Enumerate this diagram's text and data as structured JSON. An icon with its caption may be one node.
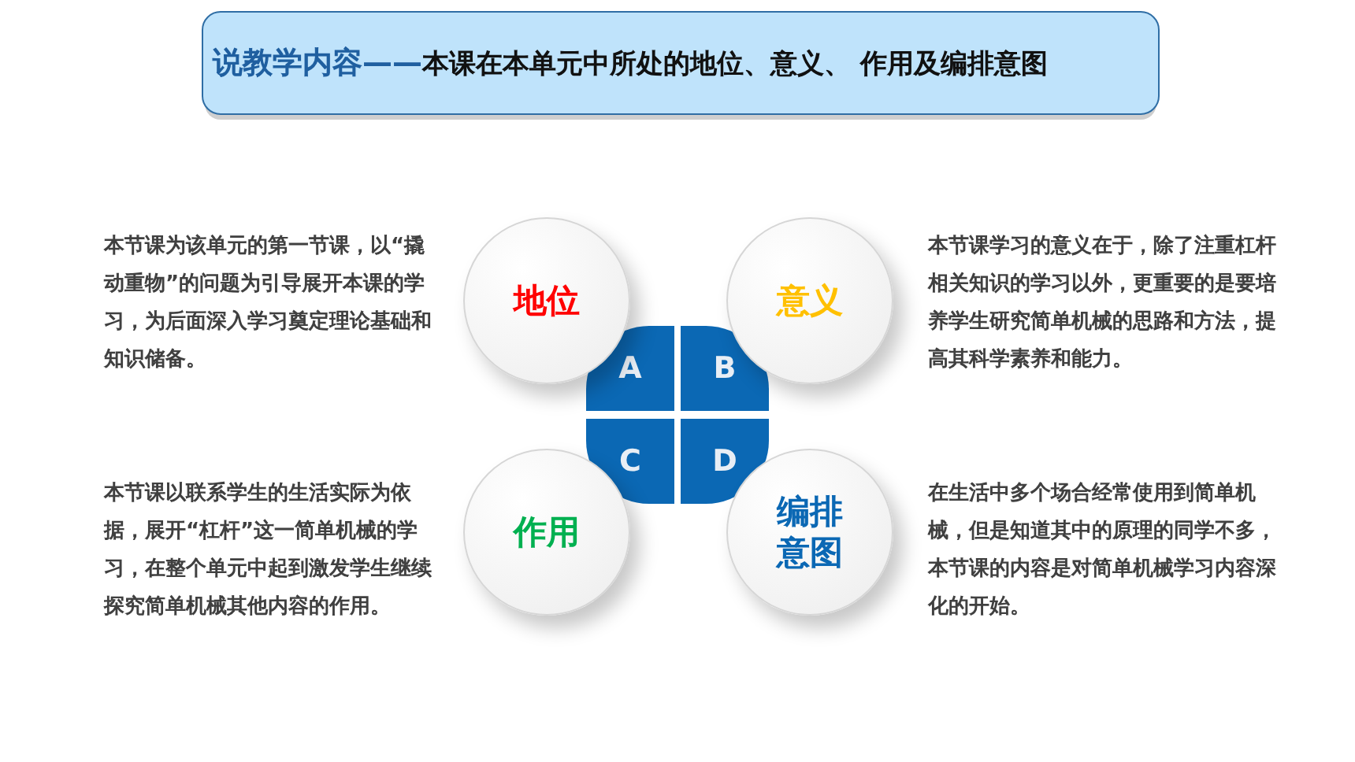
{
  "diagram": {
    "nodes": [
      {
        "text": [
          "说教学内容——",
          "本课在本单元中所处的地位、意义、 作用及编排意图"
        ]
      },
      {
        "text": [
          "地位"
        ]
      },
      {
        "text": [
          "意义"
        ]
      },
      {
        "text": [
          "作用"
        ]
      },
      {
        "text": [
          "编排意图"
        ]
      },
      {
        "text": [
          "A"
        ]
      },
      {
        "text": [
          "B"
        ]
      },
      {
        "text": [
          "C"
        ]
      },
      {
        "text": [
          "D"
        ]
      }
    ],
    "labels": [
      "本节课为该单元的第一节课，以“撬动重物”的问题为引导展开本课的学习，为后面深入学习奠定理论基础和知识储备。",
      "本节课学习的意义在于，除了注重杠杆相关知识的学习以外，更重要的是要培养学生研究简单机械的思路和方法，提高其科学素养和能力。",
      "本节课以联系学生的生活实际为依据，展开“杠杆”这一简单机械的学习，在整个单元中起到激发学生继续探究简单机械其他内容的作用。",
      "在生活中多个场合经常使用到简单机械，但是知道其中的原理的同学不多，本节课的内容是对简单机械学习内容深化的开始。"
    ]
  }
}
